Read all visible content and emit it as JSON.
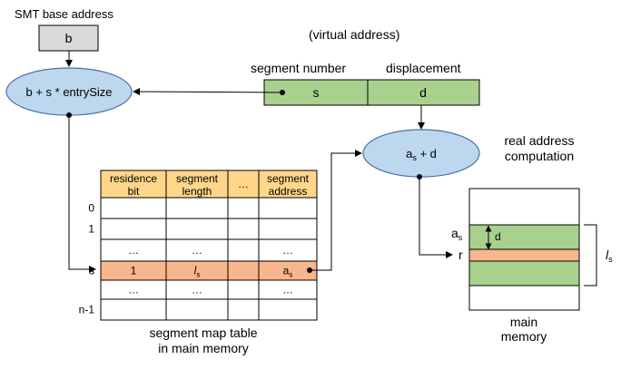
{
  "diagram": {
    "smt_label": "SMT base address",
    "base_value": "b",
    "virtual_address_label": "(virtual address)",
    "segment_number_label": "segment number",
    "displacement_label": "displacement",
    "segment_field": "s",
    "displacement_field": "d",
    "calc_formula": "b + s * entrySize",
    "real_calc": {
      "main": "a",
      "sub": "s",
      "suffix": " + d"
    },
    "real_computation_label": [
      "real address",
      "computation"
    ],
    "table": {
      "headers": [
        [
          "residence",
          "bit"
        ],
        [
          "segment",
          "length"
        ],
        [
          "…"
        ],
        [
          "segment",
          "address"
        ]
      ],
      "row_labels": [
        "0",
        "1",
        "",
        "s",
        "",
        "n-1"
      ],
      "rows": [
        [
          "",
          "",
          "",
          ""
        ],
        [
          "",
          "",
          "",
          ""
        ],
        [
          "…",
          "…",
          "",
          "…"
        ],
        [
          "1",
          "l_s",
          "",
          "a_s"
        ],
        [
          "…",
          "…",
          "",
          "…"
        ],
        [
          "",
          "",
          "",
          ""
        ]
      ],
      "highlight_row": 3,
      "caption": [
        "segment map table",
        "in main memory"
      ]
    },
    "memory": {
      "a_label": {
        "main": "a",
        "sub": "s"
      },
      "d_label": "d",
      "r_label": "r",
      "l_label": {
        "main": "l",
        "sub": "s"
      },
      "caption": [
        "main",
        "memory"
      ]
    },
    "colors": {
      "gray_box": "#d9d9d9",
      "ellipse": "#bdd7ee",
      "ellipse_stroke": "#4a72a8",
      "green": "#a9d18e",
      "header": "#ffd68a",
      "highlight": "#f8b68c",
      "line": "#000000"
    }
  }
}
